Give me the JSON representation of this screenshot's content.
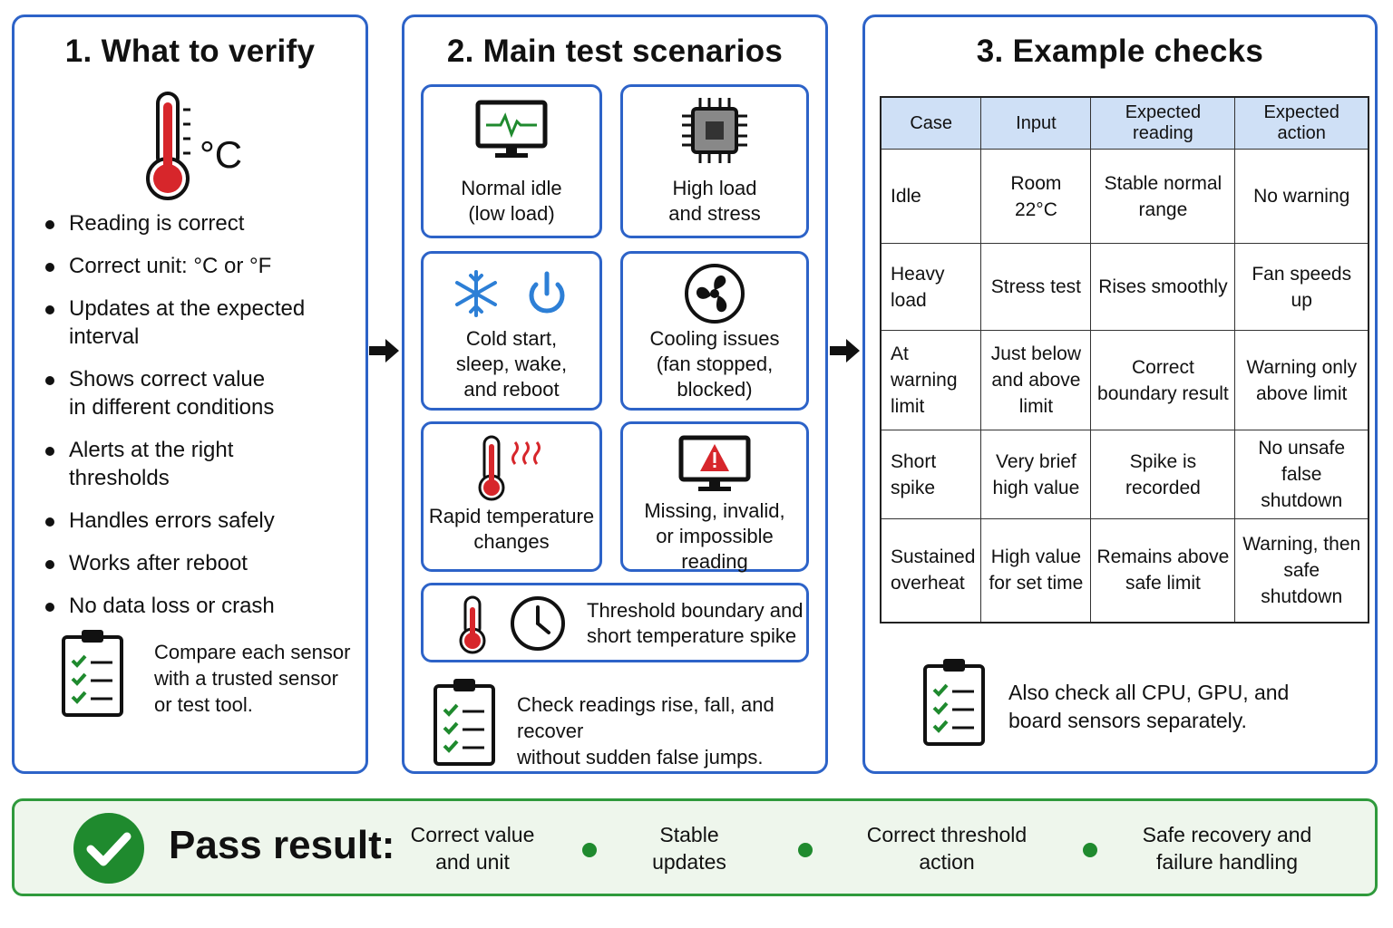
{
  "panel1": {
    "title": "1. What to verify",
    "unit_symbol": "°C",
    "bullets": [
      "Reading is correct",
      "Correct unit: °C or °F",
      "Updates at the expected interval",
      "Shows correct value in different conditions",
      "Alerts at the right thresholds",
      "Handles errors safely",
      "Works after reboot",
      "No data loss or crash"
    ],
    "note": "Compare each sensor with a trusted sensor or test tool."
  },
  "panel2": {
    "title": "2. Main test scenarios",
    "cards": [
      {
        "label": "Normal idle\n(low load)",
        "icon": "monitor-heartbeat-icon"
      },
      {
        "label": "High load\nand stress",
        "icon": "cpu-chip-icon"
      },
      {
        "label": "Cold start,\nsleep, wake,\nand reboot",
        "icon": "snowflake-power-icon"
      },
      {
        "label": "Cooling issues\n(fan stopped,\nblocked)",
        "icon": "fan-icon"
      },
      {
        "label": "Rapid temperature\nchanges",
        "icon": "thermometer-heat-icon"
      },
      {
        "label": "Missing, invalid,\nor impossible\nreading",
        "icon": "monitor-warning-icon"
      }
    ],
    "wide_card": "Threshold boundary and\nshort temperature spike",
    "note": "Check readings rise, fall, and recover\nwithout sudden false jumps."
  },
  "panel3": {
    "title": "3. Example checks",
    "headers": [
      "Case",
      "Input",
      "Expected reading",
      "Expected action"
    ],
    "rows": [
      [
        "Idle",
        "Room 22°C",
        "Stable normal range",
        "No warning"
      ],
      [
        "Heavy load",
        "Stress test",
        "Rises smoothly",
        "Fan speeds up"
      ],
      [
        "At warning limit",
        "Just below and above limit",
        "Correct boundary result",
        "Warning only above limit"
      ],
      [
        "Short spike",
        "Very brief high value",
        "Spike is recorded",
        "No unsafe false shutdown"
      ],
      [
        "Sustained overheat",
        "High value for set time",
        "Remains above safe limit",
        "Warning, then safe shutdown"
      ]
    ],
    "note": "Also check all CPU, GPU, and\nboard sensors separately."
  },
  "pass": {
    "title": "Pass result:",
    "items": [
      "Correct value\nand unit",
      "Stable\nupdates",
      "Correct threshold\naction",
      "Safe recovery and\nfailure handling"
    ]
  },
  "colors": {
    "blue": "#2d63c8",
    "green": "#1f8a2e",
    "red": "#d7262b",
    "header_bg": "#cfe0f6"
  }
}
